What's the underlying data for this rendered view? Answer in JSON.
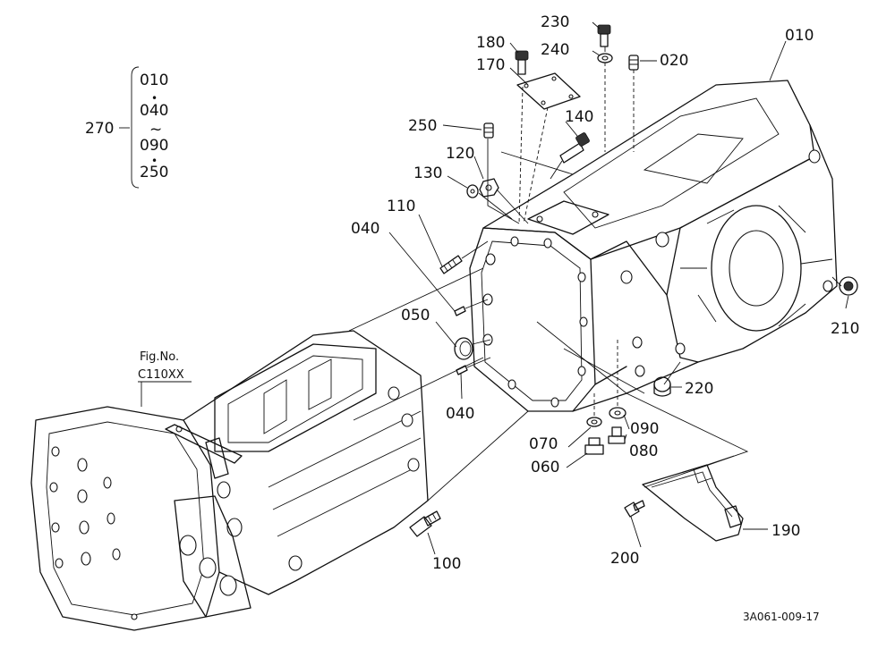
{
  "diagram": {
    "callouts": [
      {
        "id": "010",
        "text": "010"
      },
      {
        "id": "020",
        "text": "020"
      },
      {
        "id": "040a",
        "text": "040"
      },
      {
        "id": "040b",
        "text": "040"
      },
      {
        "id": "050",
        "text": "050"
      },
      {
        "id": "060",
        "text": "060"
      },
      {
        "id": "070",
        "text": "070"
      },
      {
        "id": "080",
        "text": "080"
      },
      {
        "id": "090",
        "text": "090"
      },
      {
        "id": "100",
        "text": "100"
      },
      {
        "id": "110",
        "text": "110"
      },
      {
        "id": "120",
        "text": "120"
      },
      {
        "id": "130",
        "text": "130"
      },
      {
        "id": "140",
        "text": "140"
      },
      {
        "id": "170",
        "text": "170"
      },
      {
        "id": "180",
        "text": "180"
      },
      {
        "id": "190",
        "text": "190"
      },
      {
        "id": "200",
        "text": "200"
      },
      {
        "id": "210",
        "text": "210"
      },
      {
        "id": "220",
        "text": "220"
      },
      {
        "id": "230",
        "text": "230"
      },
      {
        "id": "240",
        "text": "240"
      },
      {
        "id": "250",
        "text": "250"
      }
    ],
    "kit": {
      "number": "270",
      "items": [
        "010",
        "040",
        "090",
        "250"
      ],
      "separators": [
        "•",
        "~",
        "•"
      ]
    },
    "figure_ref": {
      "line1": "Fig.No.",
      "line2": "C110XX"
    },
    "drawing_code": "3A061-009-17"
  }
}
